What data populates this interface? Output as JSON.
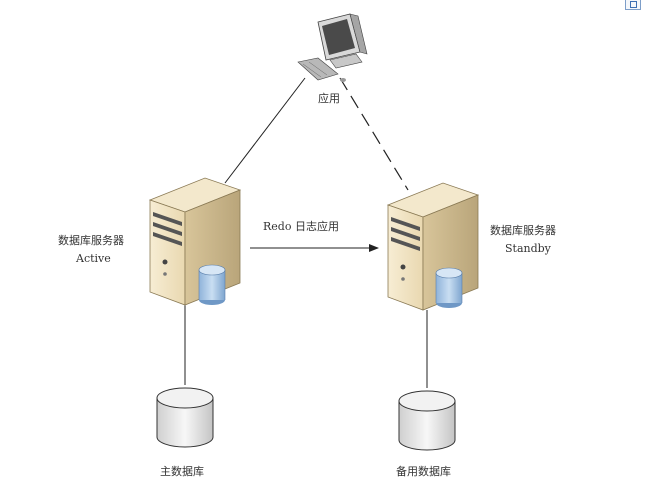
{
  "labels": {
    "client": "应用",
    "primary_server_line1": "数据库服务器",
    "primary_server_line2": "Active",
    "standby_server_line1": "数据库服务器",
    "standby_server_line2": "Standby",
    "redo_arrow": "Redo 日志应用",
    "primary_db": "主数据库",
    "standby_db": "备用数据库"
  },
  "colors": {
    "server_body": "#f0e3c4",
    "server_side": "#cbb98f",
    "cylinder_blue": "#a9c8e8",
    "cylinder_gray": "#e6e6e6",
    "line": "#222222"
  },
  "icons": {
    "client": "desktop-computer-icon",
    "primary_server": "tower-server-icon",
    "standby_server": "tower-server-icon",
    "primary_db": "database-cylinder-icon",
    "standby_db": "database-cylinder-icon",
    "corner": "window-icon"
  }
}
